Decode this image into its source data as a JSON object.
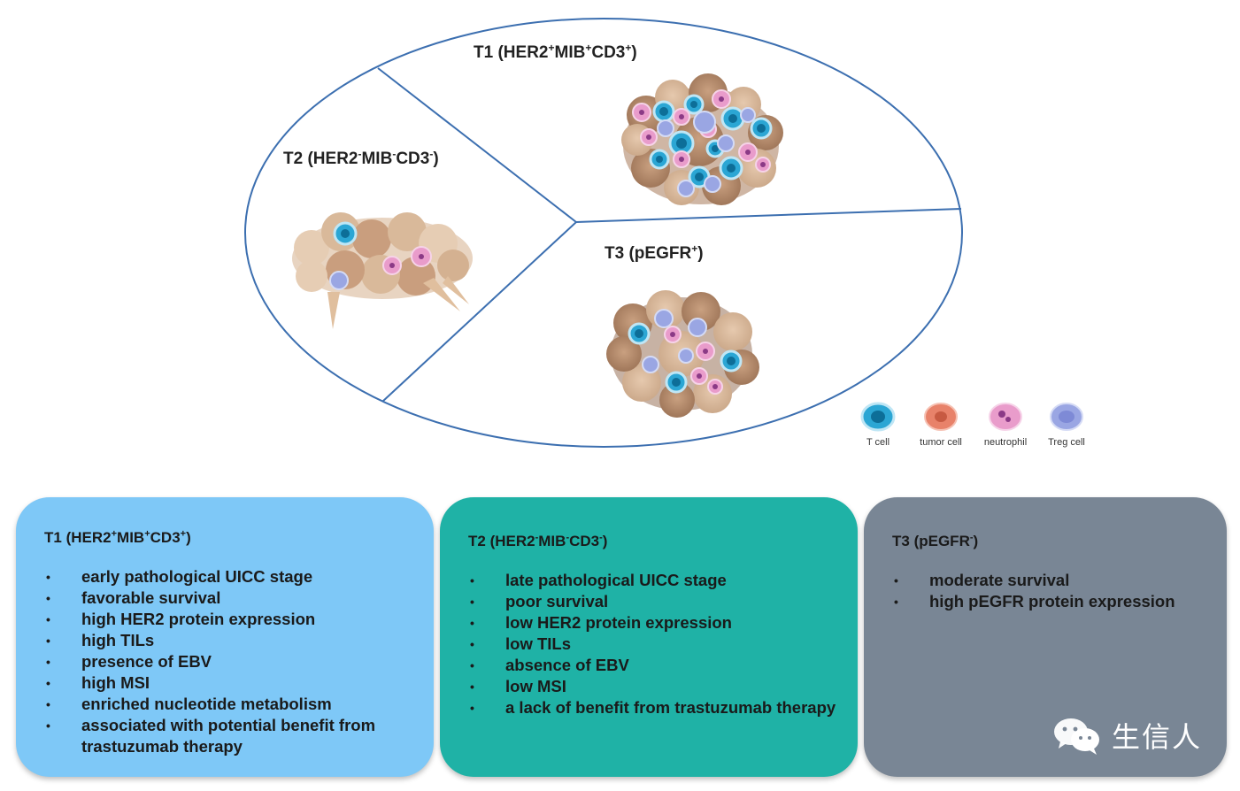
{
  "diagram": {
    "segments": [
      {
        "id": "T1",
        "name": "T1",
        "open": "(HER2",
        "sup1": "+",
        "mid1": "MIB",
        "sup2": "+",
        "mid2": "CD3",
        "sup3": "+",
        "close": ")"
      },
      {
        "id": "T2",
        "name": "T2",
        "open": "(HER2",
        "sup1": "-",
        "mid1": "MIB",
        "sup2": "-",
        "mid2": "CD3",
        "sup3": "-",
        "close": ")"
      },
      {
        "id": "T3",
        "name": "T3",
        "open": "(pEGFR",
        "sup1": "+",
        "close": ")"
      }
    ],
    "legend": [
      {
        "label": "T cell",
        "color": "#2ba6d4"
      },
      {
        "label": "tumor cell",
        "color": "#e8826a"
      },
      {
        "label": "neutrophil",
        "color": "#e08cc0"
      },
      {
        "label": "Treg cell",
        "color": "#9aa6e3"
      }
    ],
    "outline_color": "#3c6fb0"
  },
  "cards": [
    {
      "id": "t1",
      "title": {
        "name": "T1",
        "open": "(HER2",
        "s1": "+",
        "m1": "MIB",
        "s2": "+",
        "m2": "CD3",
        "s3": "+",
        "close": ")"
      },
      "color": "#7ec8f7",
      "items": [
        "early pathological UICC stage",
        "favorable survival",
        "high HER2 protein expression",
        "high TILs",
        "presence of EBV",
        "high MSI",
        "enriched nucleotide metabolism",
        "associated with potential benefit from trastuzumab therapy"
      ]
    },
    {
      "id": "t2",
      "title": {
        "name": "T2",
        "open": "(HER2",
        "s1": "-",
        "m1": "MIB",
        "s2": "-",
        "m2": "CD3",
        "s3": "-",
        "close": ")"
      },
      "color": "#1fb2a6",
      "items": [
        "late pathological UICC stage",
        "poor survival",
        "low HER2 protein expression",
        "low TILs",
        "absence of EBV",
        "low MSI",
        "a lack of benefit from trastuzumab therapy"
      ]
    },
    {
      "id": "t3",
      "title": {
        "name": "T3",
        "open": "(pEGFR",
        "s1": "-",
        "close": ")"
      },
      "color": "#798695",
      "items": [
        "moderate survival",
        "high pEGFR protein expression"
      ]
    }
  ],
  "watermark": {
    "text": "生信人",
    "icon": "wechat-icon"
  }
}
